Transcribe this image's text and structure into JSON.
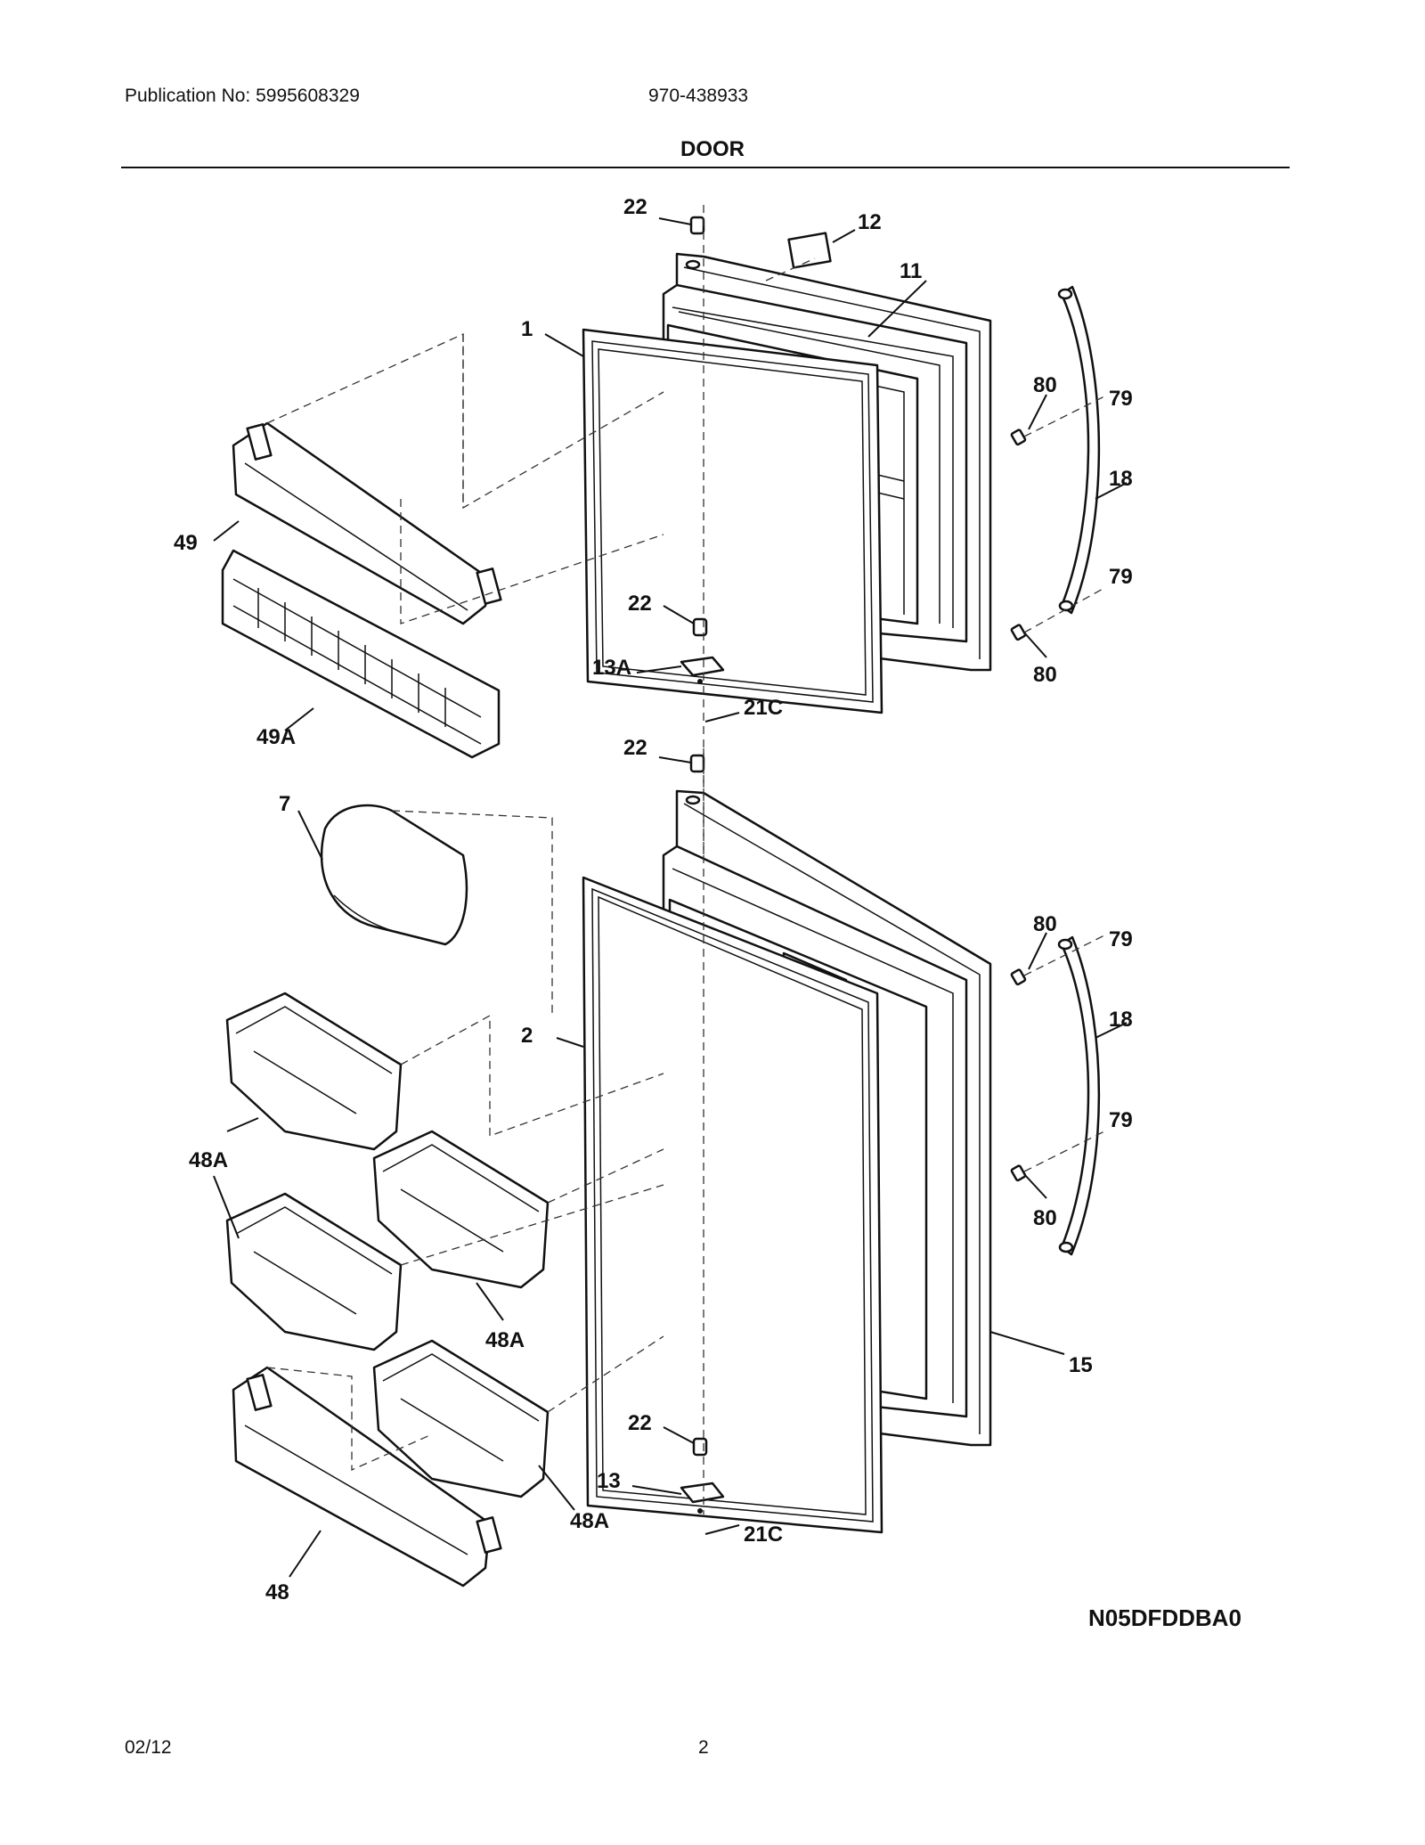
{
  "header": {
    "publication": "Publication No: 5995608329",
    "model": "970-438933",
    "title": "DOOR"
  },
  "labels": {
    "l22a": "22",
    "l12": "12",
    "l11": "11",
    "l1": "1",
    "l80a": "80",
    "l79a": "79",
    "l18a": "18",
    "l49": "49",
    "l79b": "79",
    "l22b": "22",
    "l13a": "13A",
    "l80b": "80",
    "l21ca": "21C",
    "l49a": "49A",
    "l22c": "22",
    "l7": "7",
    "l80c": "80",
    "l79c": "79",
    "l2": "2",
    "l18b": "18",
    "l48aa": "48A",
    "l79d": "79",
    "l80d": "80",
    "l48ab": "48A",
    "l15": "15",
    "l22d": "22",
    "l13": "13",
    "l48ac": "48A",
    "l21cb": "21C",
    "l48": "48"
  },
  "diagram_code": "N05DFDDBA0",
  "footer": {
    "date": "02/12",
    "page": "2"
  }
}
